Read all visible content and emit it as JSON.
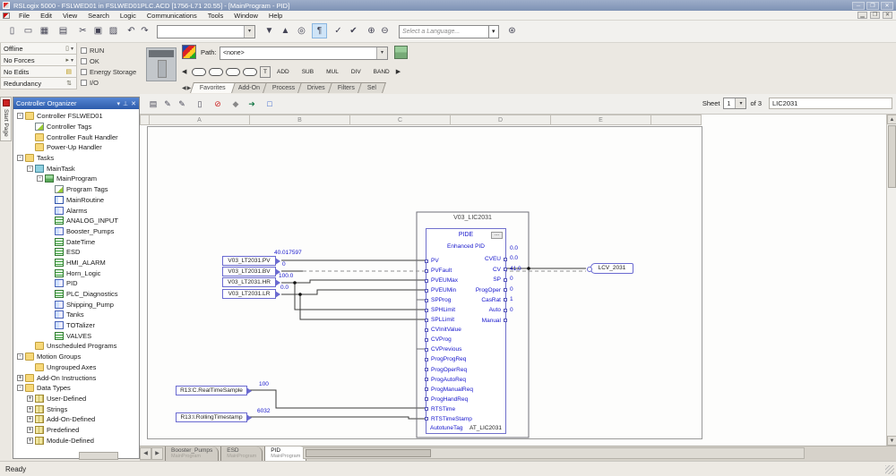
{
  "window": {
    "title": "RSLogix 5000 - FSLWED01 in FSLWED01PLC.ACD [1756-L71 20.55] - [MainProgram - PID]",
    "min": "─",
    "max": "❐",
    "close": "✕",
    "ready": "Ready"
  },
  "menu": {
    "items": [
      "File",
      "Edit",
      "View",
      "Search",
      "Logic",
      "Communications",
      "Tools",
      "Window",
      "Help"
    ]
  },
  "toolbar": {
    "language_placeholder": "Select a Language...",
    "icons": {
      "new": "▯",
      "open": "▭",
      "save": "▦",
      "print": "▤",
      "cut": "✂",
      "copy": "▣",
      "paste": "▨",
      "undo": "↶",
      "redo": "↷",
      "find_next": "▼",
      "find_prev": "▲",
      "find": "◎",
      "browse": "¶",
      "verify_routine": "✓",
      "verify_controller": "✔",
      "zoom_in": "⊕",
      "zoom_out": "⊖",
      "language": "⊛"
    }
  },
  "controller_panel": {
    "rows": [
      {
        "label": "Offline",
        "glyph": "▯",
        "dd": "▾"
      },
      {
        "label": "No Forces",
        "glyph": "▸",
        "dd": "▾"
      },
      {
        "label": "No Edits",
        "glyph": "▤",
        "cls": "gold",
        "dd": ""
      },
      {
        "label": "Redundancy",
        "glyph": "⇅",
        "dd": ""
      }
    ],
    "checkboxes": [
      {
        "label": "RUN"
      },
      {
        "label": "OK"
      },
      {
        "label": "Energy Storage"
      },
      {
        "label": "I/O"
      }
    ]
  },
  "path_bar": {
    "label": "Path:",
    "value": "<none>"
  },
  "instruction_bar": {
    "text_buttons": [
      {
        "label": "ADD"
      },
      {
        "label": "SUB"
      },
      {
        "label": "MUL"
      },
      {
        "label": "DIV"
      },
      {
        "label": "BAND"
      }
    ],
    "tbtn_t": "T",
    "tabs": [
      {
        "label": "Favorites",
        "cls": "active"
      },
      {
        "label": "Add-On"
      },
      {
        "label": "Process"
      },
      {
        "label": "Drives"
      },
      {
        "label": "Filters"
      },
      {
        "label": "Sel"
      }
    ]
  },
  "sheet_bar": {
    "label": "Sheet",
    "number": "1",
    "of": "of 3",
    "name": "LIC2031"
  },
  "organizer": {
    "title": "Controller Organizer",
    "start_page": "Start Page",
    "tree": [
      {
        "label": "Controller FSLWED01",
        "dc": "d0",
        "icon": "folder",
        "exp": "-"
      },
      {
        "label": "Controller Tags",
        "dc": "d1",
        "icon": "tags",
        "exp": ""
      },
      {
        "label": "Controller Fault Handler",
        "dc": "d1",
        "icon": "folder",
        "exp": ""
      },
      {
        "label": "Power-Up Handler",
        "dc": "d1",
        "icon": "folder",
        "exp": ""
      },
      {
        "label": "Tasks",
        "dc": "d0",
        "icon": "folder",
        "exp": "-"
      },
      {
        "label": "MainTask",
        "dc": "d1",
        "icon": "task",
        "exp": "-"
      },
      {
        "label": "MainProgram",
        "dc": "d2",
        "icon": "program",
        "exp": "-"
      },
      {
        "label": "Program Tags",
        "dc": "d3",
        "icon": "tags",
        "exp": ""
      },
      {
        "label": "MainRoutine",
        "dc": "d3",
        "icon": "main",
        "exp": ""
      },
      {
        "label": "Alarms",
        "dc": "d3",
        "icon": "routine",
        "exp": ""
      },
      {
        "label": "ANALOG_INPUT",
        "dc": "d3",
        "icon": "routine2",
        "exp": ""
      },
      {
        "label": "Booster_Pumps",
        "dc": "d3",
        "icon": "routine",
        "exp": ""
      },
      {
        "label": "DateTime",
        "dc": "d3",
        "icon": "routine2",
        "exp": ""
      },
      {
        "label": "ESD",
        "dc": "d3",
        "icon": "routine2",
        "exp": ""
      },
      {
        "label": "HMI_ALARM",
        "dc": "d3",
        "icon": "routine2",
        "exp": ""
      },
      {
        "label": "Horn_Logic",
        "dc": "d3",
        "icon": "routine2",
        "exp": ""
      },
      {
        "label": "PID",
        "dc": "d3",
        "icon": "routine",
        "exp": ""
      },
      {
        "label": "PLC_Diagnostics",
        "dc": "d3",
        "icon": "routine2",
        "exp": ""
      },
      {
        "label": "Shipping_Pump",
        "dc": "d3",
        "icon": "routine",
        "exp": ""
      },
      {
        "label": "Tanks",
        "dc": "d3",
        "icon": "routine",
        "exp": ""
      },
      {
        "label": "TOTalizer",
        "dc": "d3",
        "icon": "routine",
        "exp": ""
      },
      {
        "label": "VALVES",
        "dc": "d3",
        "icon": "routine2",
        "exp": ""
      },
      {
        "label": "Unscheduled Programs",
        "dc": "d1",
        "icon": "folder",
        "exp": ""
      },
      {
        "label": "Motion Groups",
        "dc": "d0",
        "icon": "folder",
        "exp": "-"
      },
      {
        "label": "Ungrouped Axes",
        "dc": "d1",
        "icon": "folder",
        "exp": ""
      },
      {
        "label": "Add-On Instructions",
        "dc": "d0",
        "icon": "folder",
        "exp": "+"
      },
      {
        "label": "Data Types",
        "dc": "d0",
        "icon": "folder",
        "exp": "-"
      },
      {
        "label": "User-Defined",
        "dc": "d1",
        "icon": "dtype",
        "exp": "+"
      },
      {
        "label": "Strings",
        "dc": "d1",
        "icon": "dtype",
        "exp": "+"
      },
      {
        "label": "Add-On-Defined",
        "dc": "d1",
        "icon": "dtype",
        "exp": "+"
      },
      {
        "label": "Predefined",
        "dc": "d1",
        "icon": "dtype",
        "exp": "+"
      },
      {
        "label": "Module-Defined",
        "dc": "d1",
        "icon": "dtype",
        "exp": "+"
      }
    ]
  },
  "diagram": {
    "columns": [
      {
        "label": "A"
      },
      {
        "label": "B"
      },
      {
        "label": "C"
      },
      {
        "label": "D"
      },
      {
        "label": "E"
      }
    ],
    "input_refs": [
      {
        "tag": "V03_LT2031.PV",
        "value": "40.017597"
      },
      {
        "tag": "V03_LT2031.BV",
        "value": "0"
      },
      {
        "tag": "V03_LT2031.HR",
        "value": "100.0"
      },
      {
        "tag": "V03_LT2031.LR",
        "value": "0.0"
      },
      {
        "tag": "R13:C.RealTimeSample",
        "value": "100"
      },
      {
        "tag": "R13:I.RollingTimestamp",
        "value": "6032"
      }
    ],
    "output_ref": {
      "tag": "LCV_2031"
    },
    "block": {
      "tag": "V03_LIC2031",
      "type": "PIDE",
      "subtitle": "Enhanced PID",
      "ellipsis": "...",
      "left_pins": [
        "PV",
        "PVFault",
        "PVEUMax",
        "PVEUMin",
        "SPProg",
        "SPHLimit",
        "SPLLimit",
        "CVInitValue",
        "CVProg",
        "CVPrevious",
        "ProgProgReq",
        "ProgOperReq",
        "ProgAutoReq",
        "ProgManualReq",
        "ProgHandReq",
        "RTSTime",
        "RTSTimeStamp"
      ],
      "right_pins": [
        {
          "name": "CVEU",
          "value": "0.0"
        },
        {
          "name": "CV",
          "value": "0.0"
        },
        {
          "name": "SP",
          "value": "41.0"
        },
        {
          "name": "ProgOper",
          "value": "0"
        },
        {
          "name": "CasRat",
          "value": "0"
        },
        {
          "name": "Auto",
          "value": "1"
        },
        {
          "name": "Manual",
          "value": "0"
        }
      ],
      "bottom_pin": {
        "name": "AutotuneTag",
        "value": "AT_LIC2031"
      }
    }
  },
  "routine_tabs": [
    {
      "name": "Booster_Pumps",
      "sub": "MainProgram"
    },
    {
      "name": "ESD",
      "sub": "MainProgram"
    },
    {
      "name": "PID",
      "sub": "MainProgram",
      "cls": "active"
    }
  ]
}
